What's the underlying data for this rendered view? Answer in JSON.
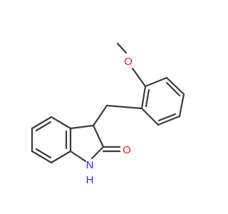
{
  "molecule": {
    "atoms": {
      "o_methoxy": {
        "label": "O",
        "color": "#e8201c"
      },
      "o_carbonyl": {
        "label": "O",
        "color": "#e8201c"
      },
      "nh": {
        "label": "N",
        "h_label": "H",
        "color": "#2b2bd6"
      }
    },
    "bond_color": "#3c3c3c"
  }
}
